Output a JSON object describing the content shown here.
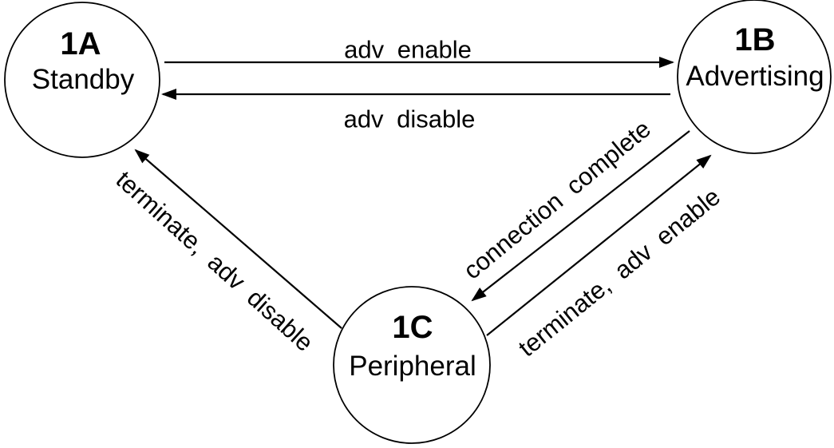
{
  "diagram": {
    "type": "state-transition-diagram",
    "background_color": "#ffffff",
    "stroke_color": "#000000",
    "text_color": "#000000"
  },
  "nodes": [
    {
      "id": "1A",
      "name": "Standby"
    },
    {
      "id": "1B",
      "name": "Advertising"
    },
    {
      "id": "1C",
      "name": "Peripheral"
    }
  ],
  "edges": [
    {
      "from": "1A",
      "to": "1B",
      "label": "adv enable"
    },
    {
      "from": "1B",
      "to": "1A",
      "label": "adv disable"
    },
    {
      "from": "1B",
      "to": "1C",
      "label": "connection complete"
    },
    {
      "from": "1C",
      "to": "1B",
      "label": "terminate, adv enable"
    },
    {
      "from": "1C",
      "to": "1A",
      "label": "terminate, adv disable"
    }
  ]
}
